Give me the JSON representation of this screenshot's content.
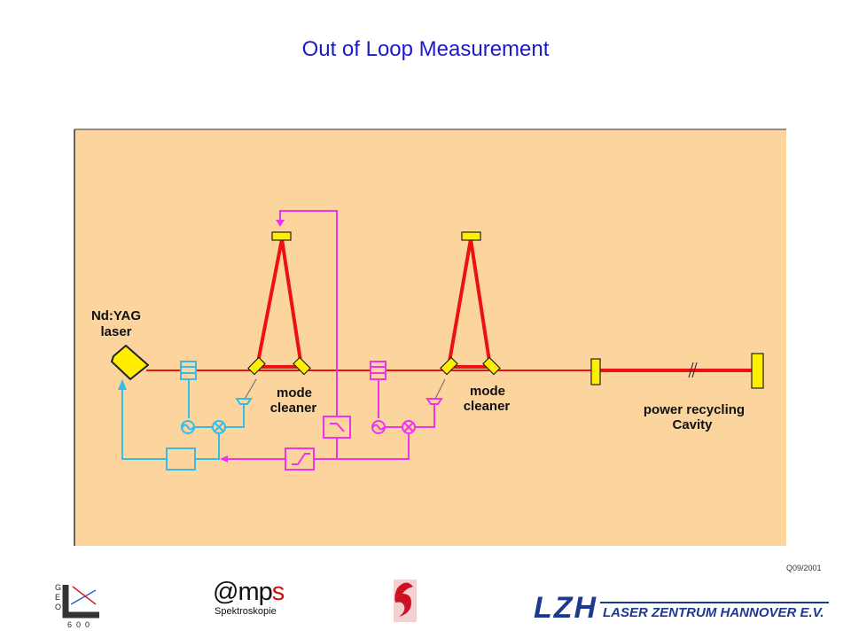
{
  "title": "Out of Loop Measurement",
  "labels": {
    "laser_line1": "Nd:YAG",
    "laser_line2": "laser",
    "mc1_line1": "mode",
    "mc1_line2": "cleaner",
    "mc2_line1": "mode",
    "mc2_line2": "cleaner",
    "cavity_line1": "power recycling",
    "cavity_line2": "Cavity"
  },
  "footer": {
    "code": "Q09/2001",
    "mps_at": "@mp",
    "mps_s": "s",
    "mps_sub": "Spektroskopie",
    "geo_letters": "GEO",
    "geo_number": "600",
    "lzh_abbr": "LZH",
    "lzh_name": "LASER ZENTRUM HANNOVER E.V."
  },
  "colors": {
    "background": "#fcd59e",
    "beam": "#ee1111",
    "loop_pink": "#ee33ee",
    "loop_blue": "#33bbee",
    "optic_yellow": "#ffee00",
    "title": "#1a1acc"
  }
}
